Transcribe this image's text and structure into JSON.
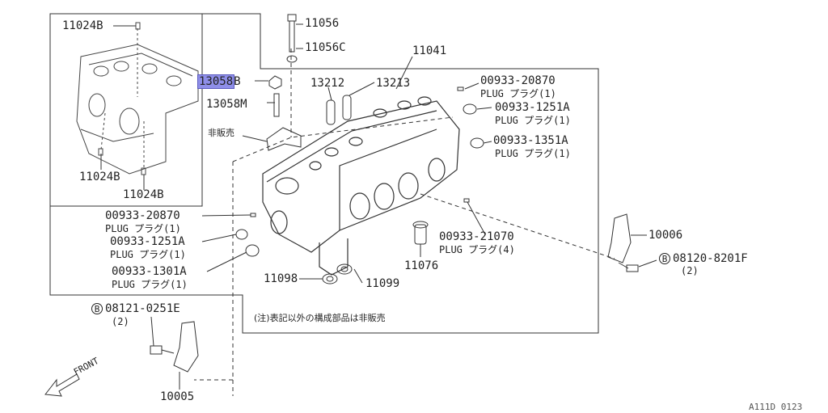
{
  "callouts": {
    "p11024b_top": "11024B",
    "p11056": "11056",
    "p11056c": "11056C",
    "p11041": "11041",
    "p13058b_num": "13058",
    "p13058b_suffix": "B",
    "p13212": "13212",
    "p13213": "13213",
    "p13058m": "13058M",
    "not_sold": "非販売",
    "p00933_20870_top": "00933-20870",
    "p00933_20870_top_sub": "PLUG プラグ(1)",
    "p00933_1251a_top": "00933-1251A",
    "p00933_1251a_top_sub": "PLUG プラグ(1)",
    "p00933_1351a": "00933-1351A",
    "p00933_1351a_sub": "PLUG プラグ(1)",
    "p11024b_mid": "11024B",
    "p11024b_bot": "11024B",
    "p00933_20870_left": "00933-20870",
    "p00933_20870_left_sub": "PLUG プラグ(1)",
    "p00933_1251a_left": "00933-1251A",
    "p00933_1251a_left_sub": "PLUG プラグ(1)",
    "p00933_1301a": "00933-1301A",
    "p00933_1301a_sub": "PLUG プラグ(1)",
    "p00933_21070": "00933-21070",
    "p00933_21070_sub": "PLUG プラグ(4)",
    "p11076": "11076",
    "p11098": "11098",
    "p11099": "11099",
    "p10006": "10006",
    "b_mark": "B",
    "p08120_8201f": "08120-8201F",
    "qty_2_right": "(2)",
    "p08121_0251e": "08121-0251E",
    "qty_2_left": "(2)",
    "p10005": "10005",
    "front": "FRONT",
    "footnote": "(注)表記以外の構成部品は非販売",
    "diagram_id": "A111D 0123"
  },
  "colors": {
    "highlight": "#8e8ee8",
    "line": "#333333",
    "background": "#ffffff"
  }
}
